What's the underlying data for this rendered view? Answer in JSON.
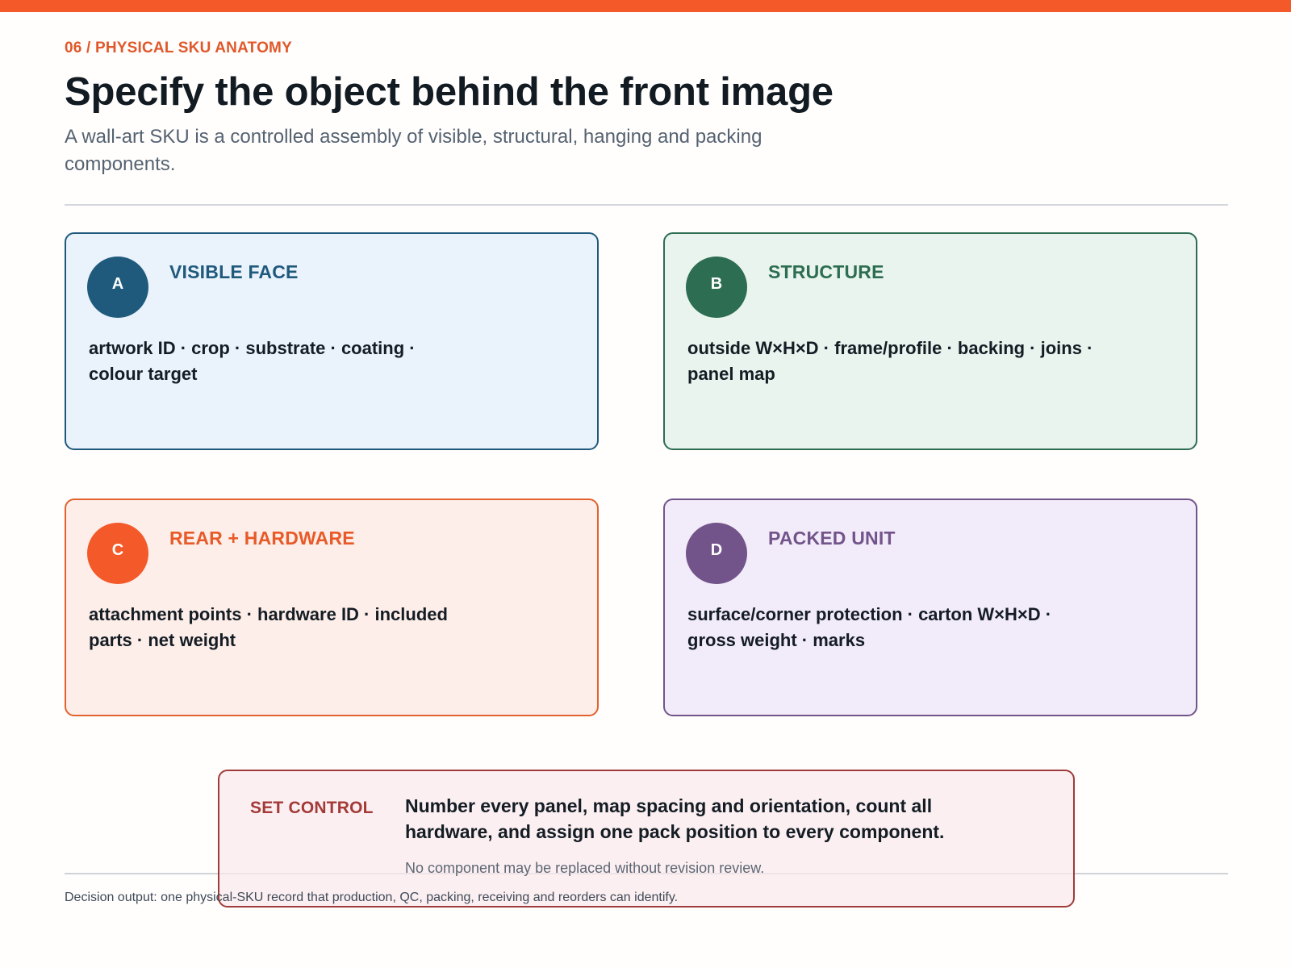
{
  "eyebrow": "06 / PHYSICAL SKU ANATOMY",
  "title": "Specify the object behind the front image",
  "subtitle": "A wall-art SKU is a controlled assembly of visible, structural, hanging and packing components.",
  "cards": [
    {
      "badge": "A",
      "title": "VISIBLE FACE",
      "body": "artwork ID · crop · substrate · coating · colour target",
      "color": "#1f5a7d"
    },
    {
      "badge": "B",
      "title": "STRUCTURE",
      "body": "outside W×H×D · frame/profile · backing · joins · panel map",
      "color": "#2d6d51"
    },
    {
      "badge": "C",
      "title": "REAR + HARDWARE",
      "body": "attachment points · hardware ID · included parts · net weight",
      "color": "#f45a29"
    },
    {
      "badge": "D",
      "title": "PACKED UNIT",
      "body": "surface/corner protection · carton W×H×D · gross weight · marks",
      "color": "#72548b"
    }
  ],
  "set_control": {
    "label": "SET CONTROL",
    "text": "Number every panel, map spacing and orientation, count all hardware, and assign one pack position to every component.",
    "note": "No component may be replaced without revision review.",
    "color": "#9f3b3a"
  },
  "footer": "Decision output: one physical-SKU record that production, QC, packing, receiving and reorders can identify.",
  "accent": "#f45a29"
}
